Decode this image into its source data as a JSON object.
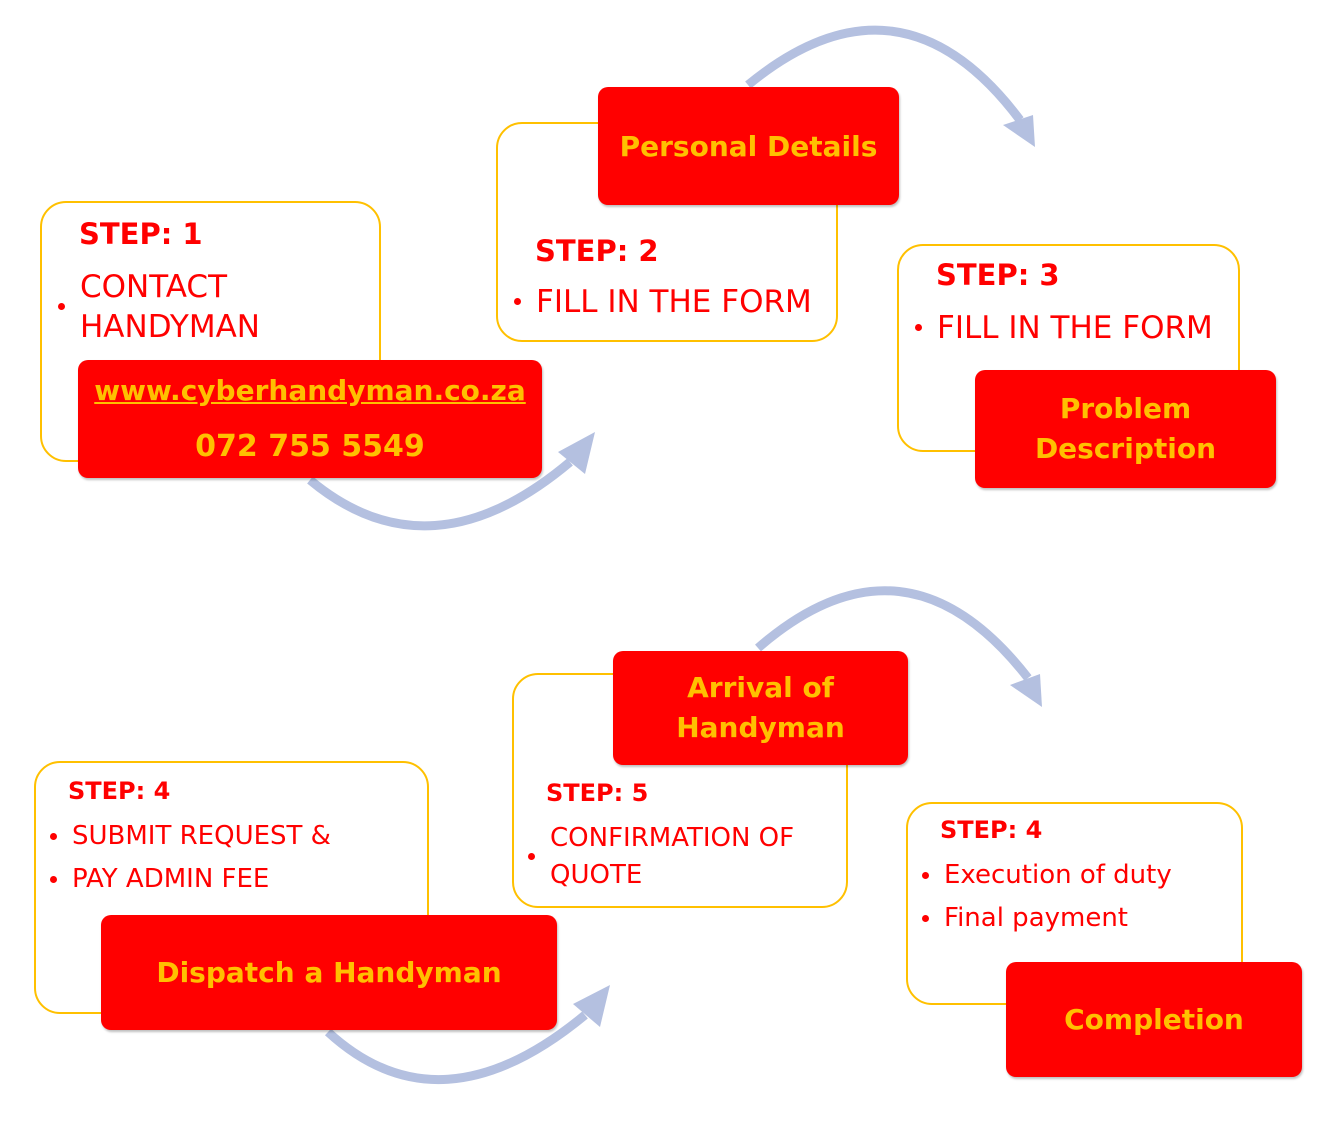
{
  "colors": {
    "card_border": "#FFC000",
    "text_red": "#FF0000",
    "tag_fill": "#FF0000",
    "tag_text": "#FFC000",
    "arrow": "#B4C0E0"
  },
  "steps": [
    {
      "step_label": "STEP: 1",
      "bullets": [
        "CONTACT HANDYMAN"
      ],
      "tag_lines": [
        "www.cyberhandyman.co.za",
        "072 755 5549"
      ]
    },
    {
      "step_label": "STEP: 2",
      "bullets": [
        "FILL IN THE FORM"
      ],
      "tag_lines": [
        "Personal Details"
      ]
    },
    {
      "step_label": "STEP: 3",
      "bullets": [
        "FILL IN THE FORM"
      ],
      "tag_lines": [
        "Problem",
        "Description"
      ]
    },
    {
      "step_label": "STEP: 4",
      "bullets": [
        "SUBMIT REQUEST &",
        "PAY ADMIN FEE"
      ],
      "tag_lines": [
        "Dispatch a Handyman"
      ]
    },
    {
      "step_label": "STEP: 5",
      "bullets": [
        "CONFIRMATION OF",
        "QUOTE"
      ],
      "tag_lines": [
        "Arrival of",
        "Handyman"
      ]
    },
    {
      "step_label": "STEP: 4",
      "bullets": [
        "Execution of duty",
        "Final payment"
      ],
      "tag_lines": [
        "Completion"
      ]
    }
  ]
}
